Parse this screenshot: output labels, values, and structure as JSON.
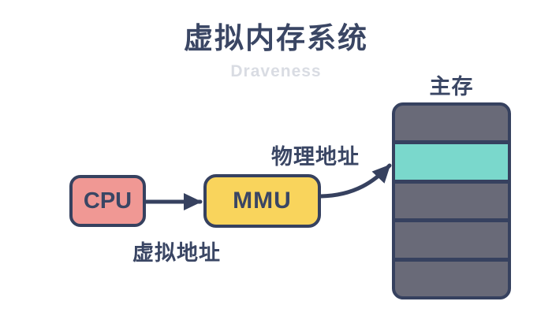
{
  "title": "虚拟内存系统",
  "watermark": "Draveness",
  "colors": {
    "ink": "#3A4664",
    "stroke": "#36415F",
    "cpu-fill": "#F09894",
    "mmu-fill": "#F9D45C",
    "memory-fill": "#696A78",
    "memory-highlight": "#7AD8CC",
    "watermark": "#D9DCE3",
    "background": "#FFFFFF"
  },
  "diagram": {
    "nodes": {
      "cpu": {
        "label": "CPU"
      },
      "mmu": {
        "label": "MMU"
      },
      "memory": {
        "label": "主存",
        "rows": 5,
        "highlight_row": 1
      }
    },
    "edges": {
      "cpu_to_mmu": {
        "label": "虚拟地址",
        "type": "straight-arrow"
      },
      "mmu_to_memory": {
        "label": "物理地址",
        "type": "curved-arrow"
      }
    }
  }
}
